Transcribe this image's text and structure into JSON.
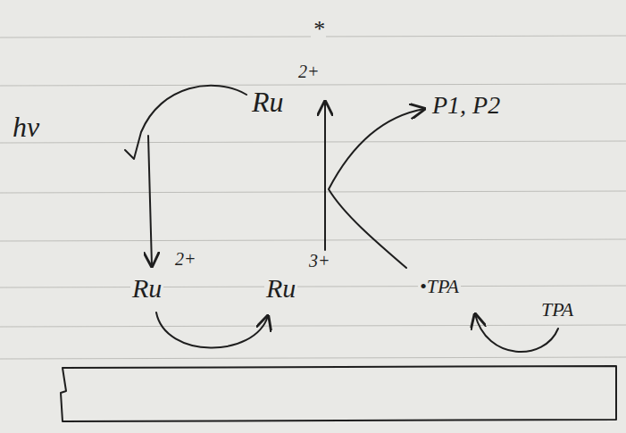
{
  "diagram": {
    "labels": [
      "hν",
      "Ru",
      "2+",
      "*",
      "P1, P2",
      "Ru",
      "2+",
      "Ru",
      "3+",
      "•TPA",
      "TPA"
    ]
  }
}
